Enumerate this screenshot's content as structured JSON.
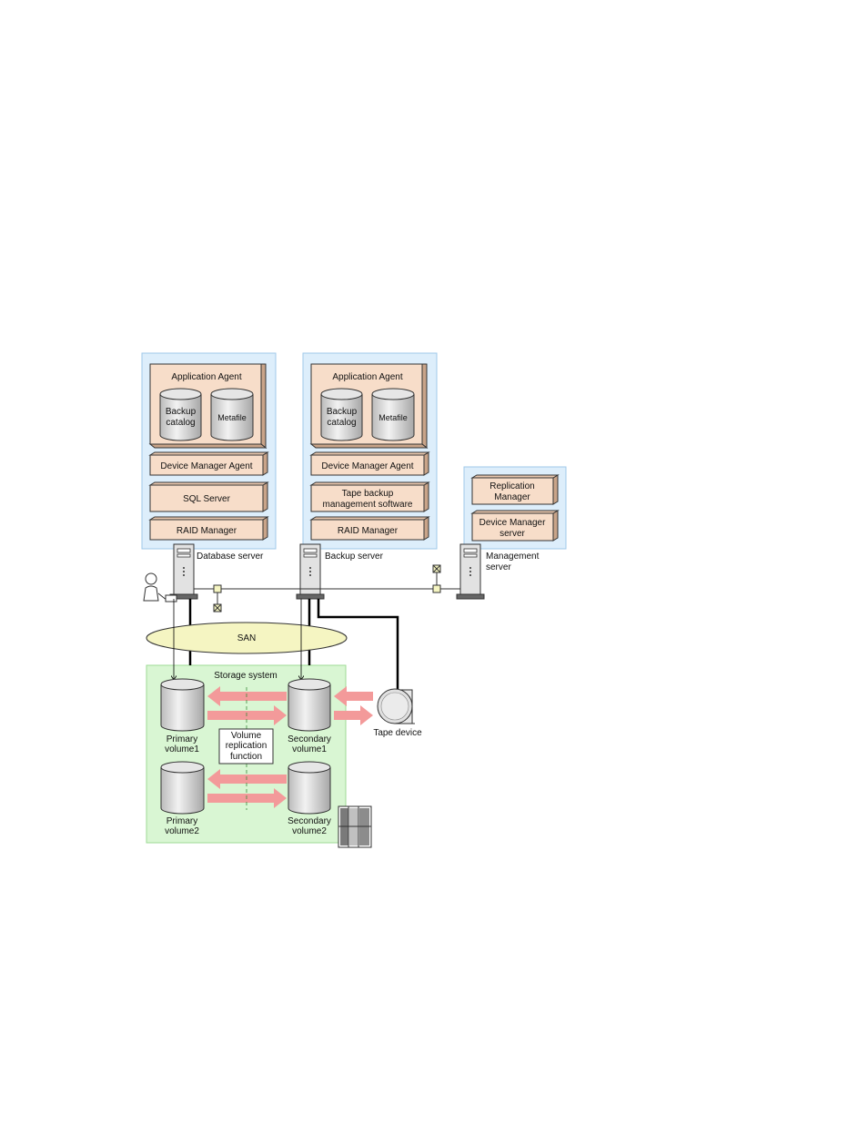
{
  "database_server": {
    "label": "Database server",
    "app_agent": "Application Agent",
    "backup_catalog_1": "Backup",
    "backup_catalog_2": "catalog",
    "metafile": "Metafile",
    "device_manager_agent": "Device Manager Agent",
    "sql_server": "SQL Server",
    "raid_manager": "RAID Manager"
  },
  "backup_server": {
    "label": "Backup server",
    "app_agent": "Application Agent",
    "backup_catalog_1": "Backup",
    "backup_catalog_2": "catalog",
    "metafile": "Metafile",
    "device_manager_agent": "Device Manager Agent",
    "tape_backup_1": "Tape backup",
    "tape_backup_2": "management software",
    "raid_manager": "RAID Manager"
  },
  "management_server": {
    "label_1": "Management",
    "label_2": "server",
    "replication_manager_1": "Replication",
    "replication_manager_2": "Manager",
    "device_manager_server_1": "Device Manager",
    "device_manager_server_2": "server"
  },
  "san": "SAN",
  "storage": {
    "title": "Storage system",
    "primary1_1": "Primary",
    "primary1_2": "volume1",
    "secondary1_1": "Secondary",
    "secondary1_2": "volume1",
    "primary2_1": "Primary",
    "primary2_2": "volume2",
    "secondary2_1": "Secondary",
    "secondary2_2": "volume2",
    "replication_1": "Volume",
    "replication_2": "replication",
    "replication_3": "function"
  },
  "tape_device": "Tape device",
  "colors": {
    "server_group_bg": "#ddeefb",
    "server_group_border": "#9fc8ea",
    "component_fill": "#f7ddc9",
    "storage_bg": "#d9f6d3",
    "storage_border": "#9edb94",
    "san_fill": "#f5f5c2",
    "arrow": "#f39a9a"
  }
}
